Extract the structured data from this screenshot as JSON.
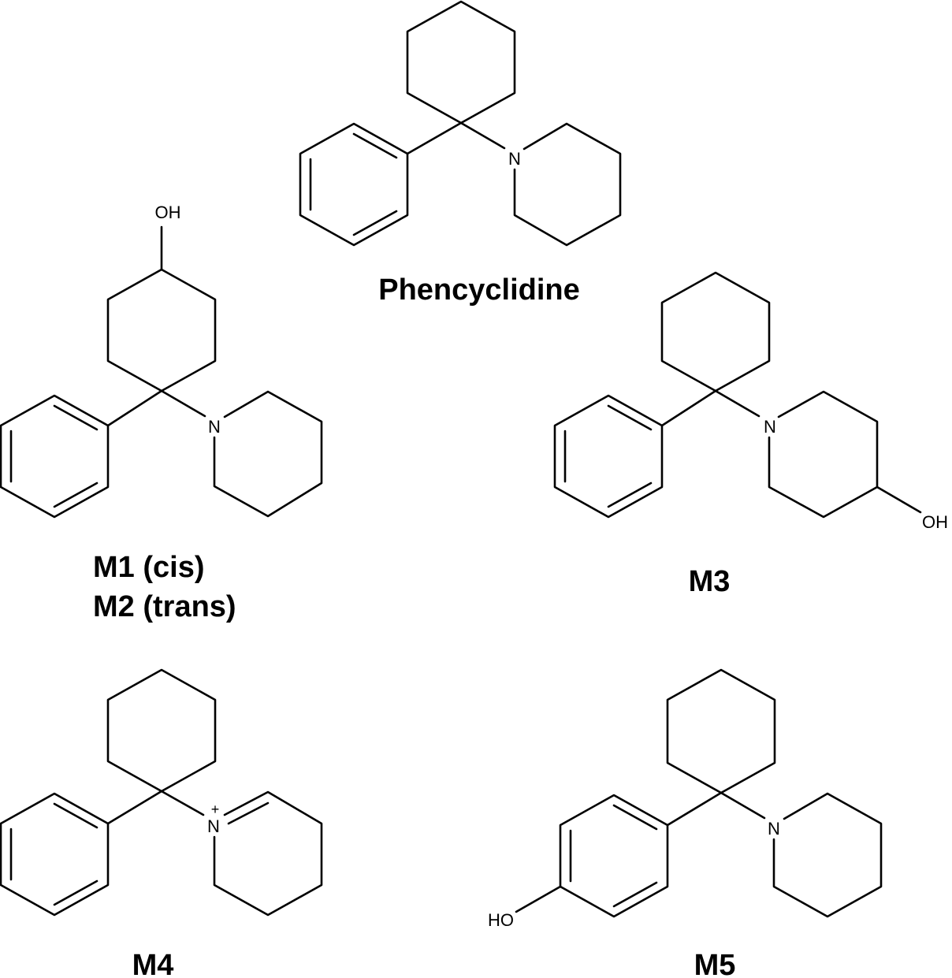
{
  "molecules": [
    {
      "id": "pcp",
      "name_lines": [
        "Phencyclidine"
      ]
    },
    {
      "id": "m12",
      "name_lines": [
        "M1 (cis)",
        "M2 (trans)"
      ]
    },
    {
      "id": "m3",
      "name_lines": [
        "M3"
      ]
    },
    {
      "id": "m4",
      "name_lines": [
        "M4"
      ]
    },
    {
      "id": "m5",
      "name_lines": [
        "M5"
      ]
    }
  ],
  "atoms": {
    "nitrogen": "N",
    "hydroxyl_right": "OH",
    "hydroxyl_left": "HO",
    "positive_charge": "+"
  }
}
